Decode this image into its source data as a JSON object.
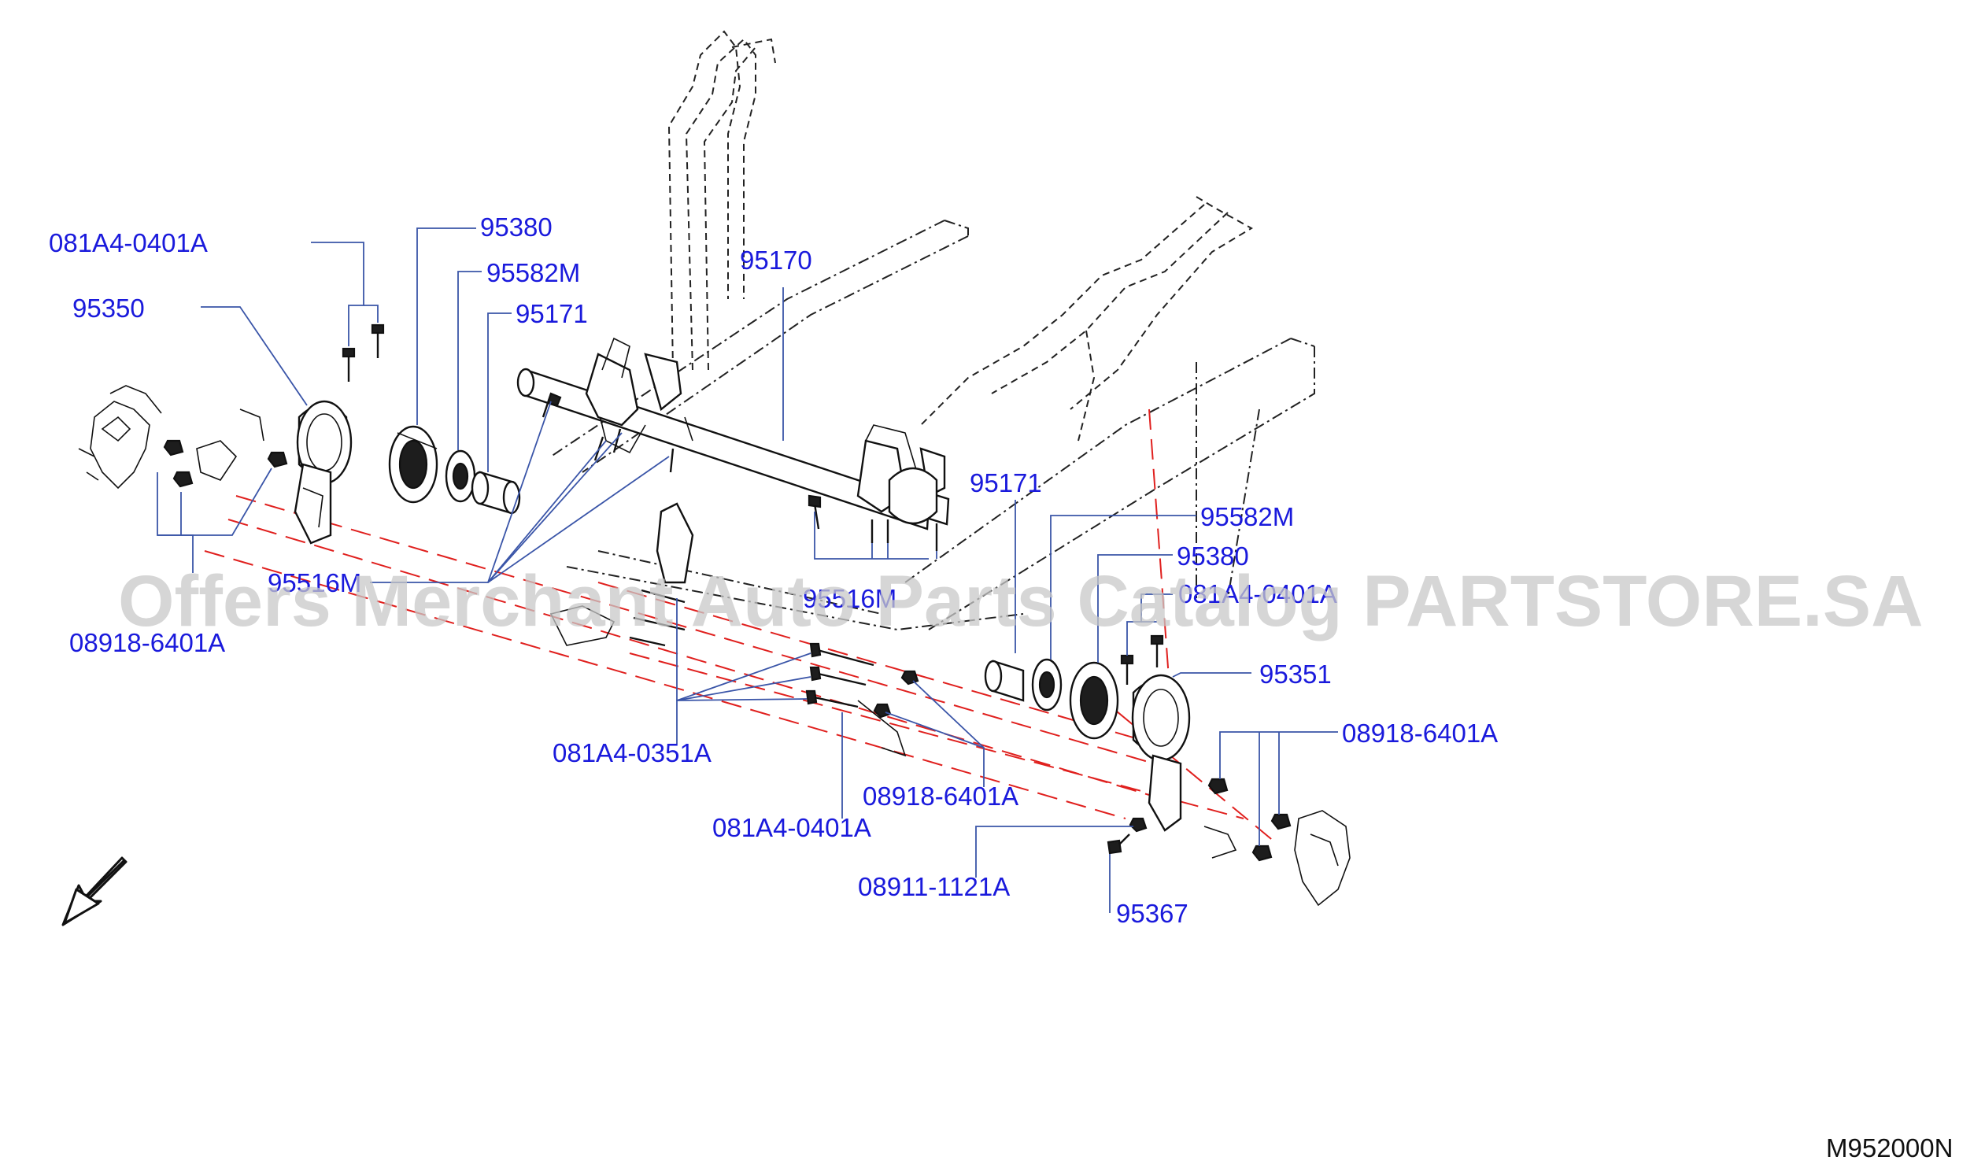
{
  "diagram": {
    "callouts": {
      "l_081a4_0401a": "081A4-0401A",
      "l_95380": "95380",
      "l_95582m": "95582M",
      "l_95350": "95350",
      "l_95171": "95171",
      "l_95170": "95170",
      "l_95516m": "95516M",
      "l_08918_6401a": "08918-6401A",
      "r_95171": "95171",
      "r_95582m": "95582M",
      "r_95380": "95380",
      "r_081a4_0401a": "081A4-0401A",
      "r_95351": "95351",
      "r_08918_6401a": "08918-6401A",
      "r_95516m": "95516M",
      "c_081a4_0351a": "081A4-0351A",
      "c_08918_6401a": "08918-6401A",
      "c_081a4_0401a": "081A4-0401A",
      "c_08911_1121a": "08911-1121A",
      "c_95367": "95367"
    },
    "diagram_code": "M952000N",
    "watermark": "Offers Merchant Auto Parts Catalog PARTSTORE.SA",
    "direction_icon": "arrow-front-icon",
    "colors": {
      "callout_text": "#1a1adc",
      "leader_line": "#3a55a8",
      "center_axis": "#e0201e",
      "outline": "#111111",
      "watermark": "#c8c8c8"
    }
  }
}
